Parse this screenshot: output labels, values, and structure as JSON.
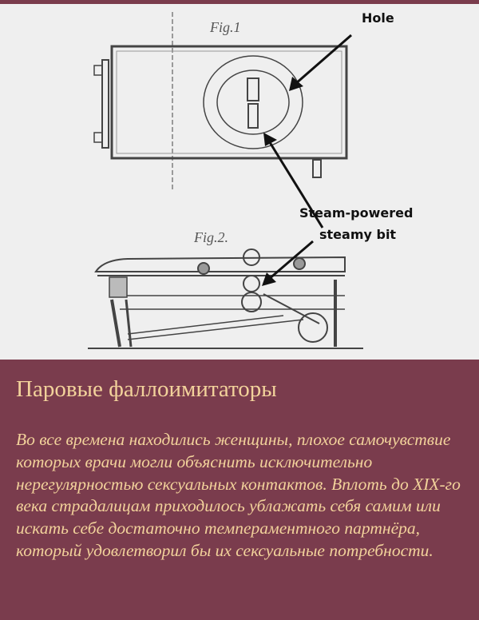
{
  "figure": {
    "fig1_label": "Fig.1",
    "fig2_label": "Fig.2.",
    "annotation_hole": "Hole",
    "annotation_steam_line1": "Steam-powered",
    "annotation_steam_line2": "steamy bit"
  },
  "caption": {
    "title": "Паровые фаллоимитаторы",
    "body": "Во все времена находились женщины, плохое самочувствие которых врачи могли объяснить исключительно нерегулярностью сексуальных контактов. Вплоть до XIX-го века страдалицам приходилось ублажать себя самим или искать себе достаточно темпераментного партнёра, который удовлетворил бы их сексуальные потребности."
  },
  "colors": {
    "background": "#7a3c4d",
    "text": "#f2d29b",
    "figure_bg": "#efefef"
  }
}
